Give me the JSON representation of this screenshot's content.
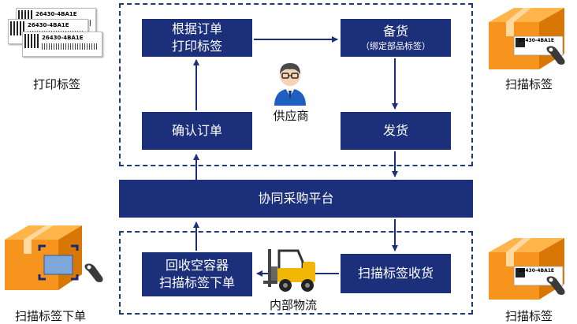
{
  "nodes": {
    "print_by_order": [
      "根据订单",
      "打印标签"
    ],
    "stock_up": {
      "title": "备货",
      "sub": "（绑定部品标签）"
    },
    "confirm_order": "确认订单",
    "ship": "发货",
    "platform": "协同采购平台",
    "recycle": [
      "回收空容器",
      "扫描标签下单"
    ],
    "scan_receive": "扫描标签收货"
  },
  "captions": {
    "supplier": "供应商",
    "print_label": "打印标签",
    "scan_label_top": "扫描标签",
    "scan_order": "扫描标签下单",
    "logistics": "内部物流",
    "scan_label_bottom": "扫描标签"
  },
  "label_code": "26430-4BA1E",
  "colors": {
    "node": "#1c2f7a",
    "box_orange": "#f7941d"
  }
}
